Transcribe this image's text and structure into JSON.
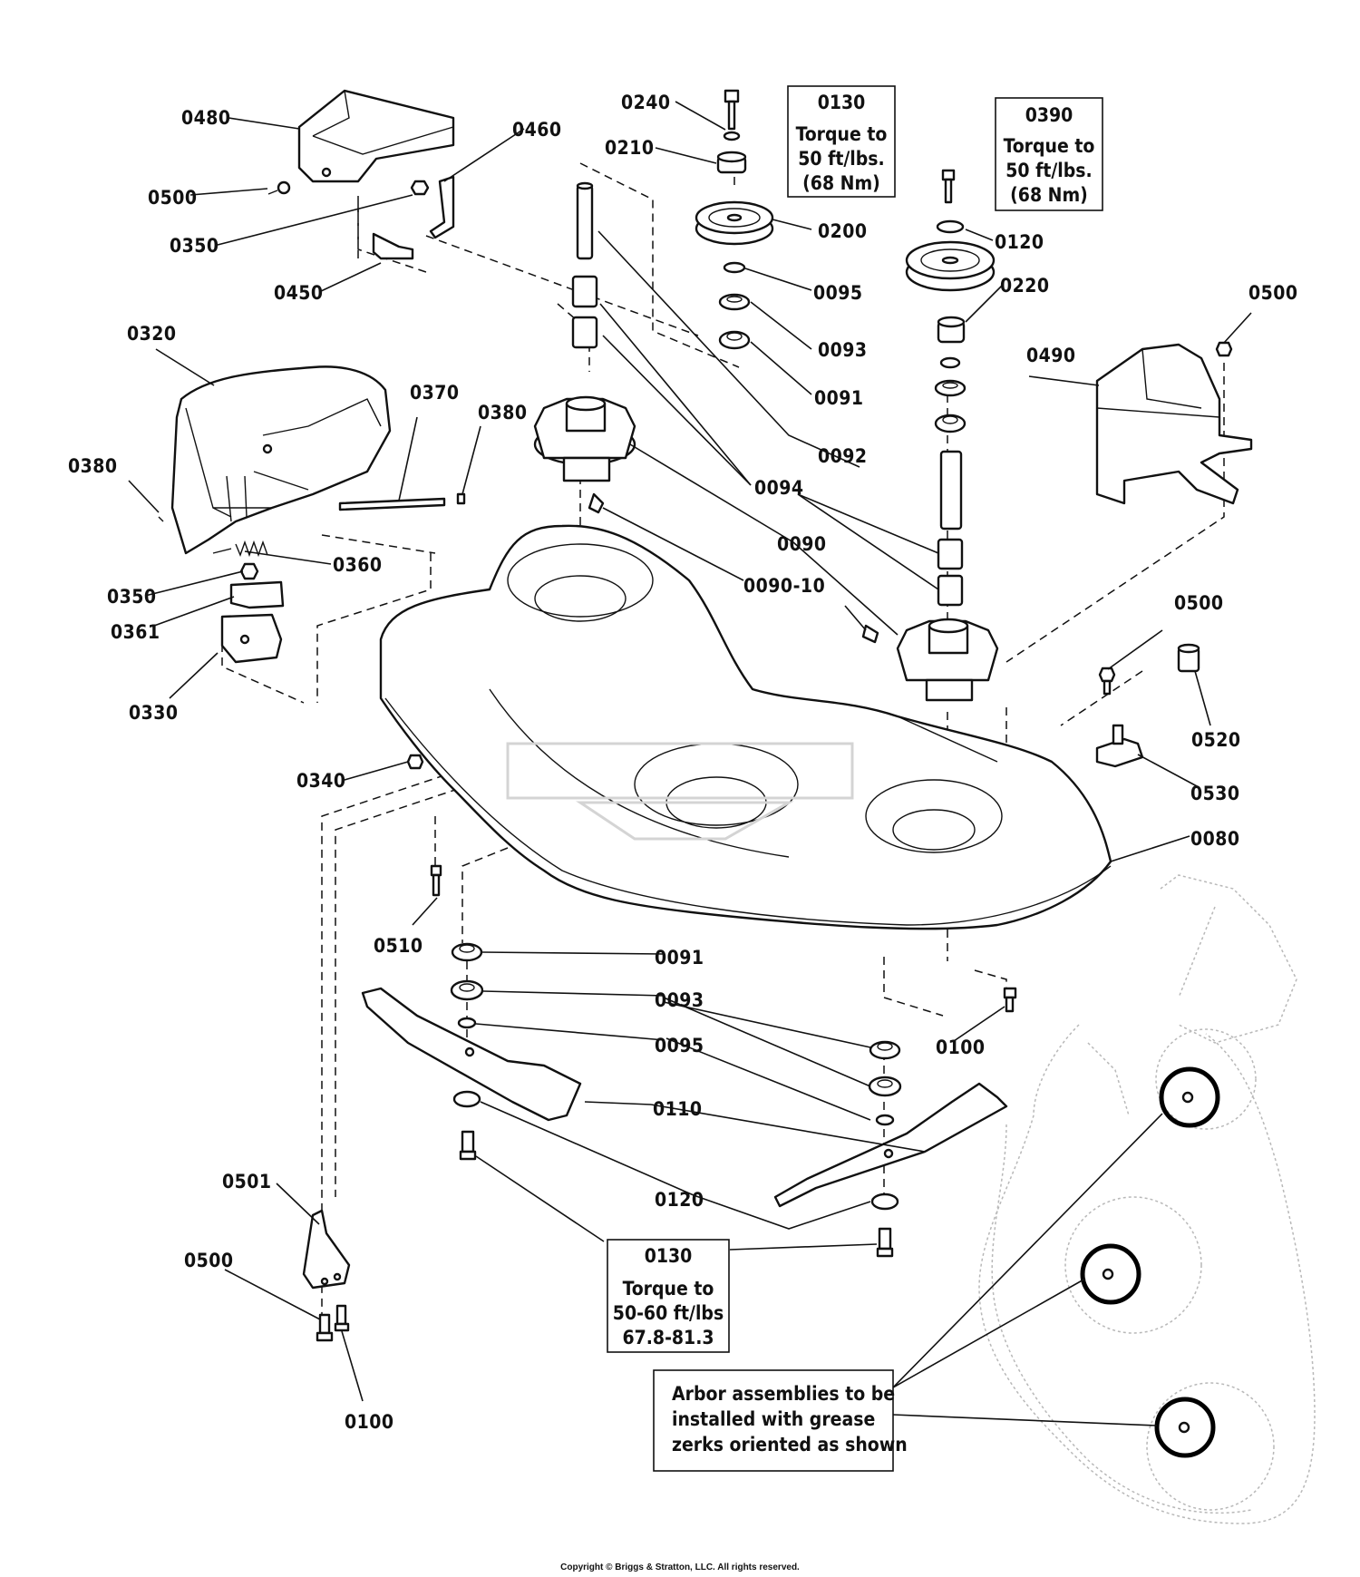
{
  "callouts": [
    {
      "id": "c0480",
      "label": "0480"
    },
    {
      "id": "c0500a",
      "label": "0500"
    },
    {
      "id": "c0350a",
      "label": "0350"
    },
    {
      "id": "c0450",
      "label": "0450"
    },
    {
      "id": "c0460",
      "label": "0460"
    },
    {
      "id": "c0240",
      "label": "0240"
    },
    {
      "id": "c0210",
      "label": "0210"
    },
    {
      "id": "c0200",
      "label": "0200"
    },
    {
      "id": "c0120a",
      "label": "0120"
    },
    {
      "id": "c0220",
      "label": "0220"
    },
    {
      "id": "c0095a",
      "label": "0095"
    },
    {
      "id": "c0093a",
      "label": "0093"
    },
    {
      "id": "c0091a",
      "label": "0091"
    },
    {
      "id": "c0092",
      "label": "0092"
    },
    {
      "id": "c0094",
      "label": "0094"
    },
    {
      "id": "c0090",
      "label": "0090"
    },
    {
      "id": "c0090-10",
      "label": "0090-10"
    },
    {
      "id": "c0500b",
      "label": "0500"
    },
    {
      "id": "c0490",
      "label": "0490"
    },
    {
      "id": "c0320",
      "label": "0320"
    },
    {
      "id": "c0370",
      "label": "0370"
    },
    {
      "id": "c0380a",
      "label": "0380"
    },
    {
      "id": "c0380b",
      "label": "0380"
    },
    {
      "id": "c0360",
      "label": "0360"
    },
    {
      "id": "c0350b",
      "label": "0350"
    },
    {
      "id": "c0361",
      "label": "0361"
    },
    {
      "id": "c0330",
      "label": "0330"
    },
    {
      "id": "c0340",
      "label": "0340"
    },
    {
      "id": "c0500c",
      "label": "0500"
    },
    {
      "id": "c0520",
      "label": "0520"
    },
    {
      "id": "c0530",
      "label": "0530"
    },
    {
      "id": "c0080",
      "label": "0080"
    },
    {
      "id": "c0510",
      "label": "0510"
    },
    {
      "id": "c0091b",
      "label": "0091"
    },
    {
      "id": "c0093b",
      "label": "0093"
    },
    {
      "id": "c0095b",
      "label": "0095"
    },
    {
      "id": "c0110",
      "label": "0110"
    },
    {
      "id": "c0120b",
      "label": "0120"
    },
    {
      "id": "c0100a",
      "label": "0100"
    },
    {
      "id": "c0501",
      "label": "0501"
    },
    {
      "id": "c0500d",
      "label": "0500"
    },
    {
      "id": "c0100b",
      "label": "0100"
    }
  ],
  "boxes": [
    {
      "id": "torque_0130_top",
      "lines": [
        "0130",
        "Torque to",
        "50 ft/lbs.",
        "(68 Nm)"
      ]
    },
    {
      "id": "torque_0390",
      "lines": [
        "0390",
        "Torque to",
        "50 ft/lbs.",
        "(68 Nm)"
      ]
    },
    {
      "id": "torque_0130_bottom",
      "lines": [
        "0130",
        "Torque to",
        "50-60 ft/lbs",
        "67.8-81.3"
      ]
    }
  ],
  "note": {
    "lines": [
      "Arbor assemblies to be",
      "installed with grease",
      "zerks oriented as shown"
    ]
  },
  "copyright": "Copyright © Briggs & Stratton, LLC. All rights reserved.",
  "icons": [
    "bolt-icon",
    "nut-icon",
    "washer-icon",
    "bearing-icon",
    "pulley-icon",
    "spindle-housing-icon",
    "blade-icon",
    "deck-shell-icon"
  ]
}
